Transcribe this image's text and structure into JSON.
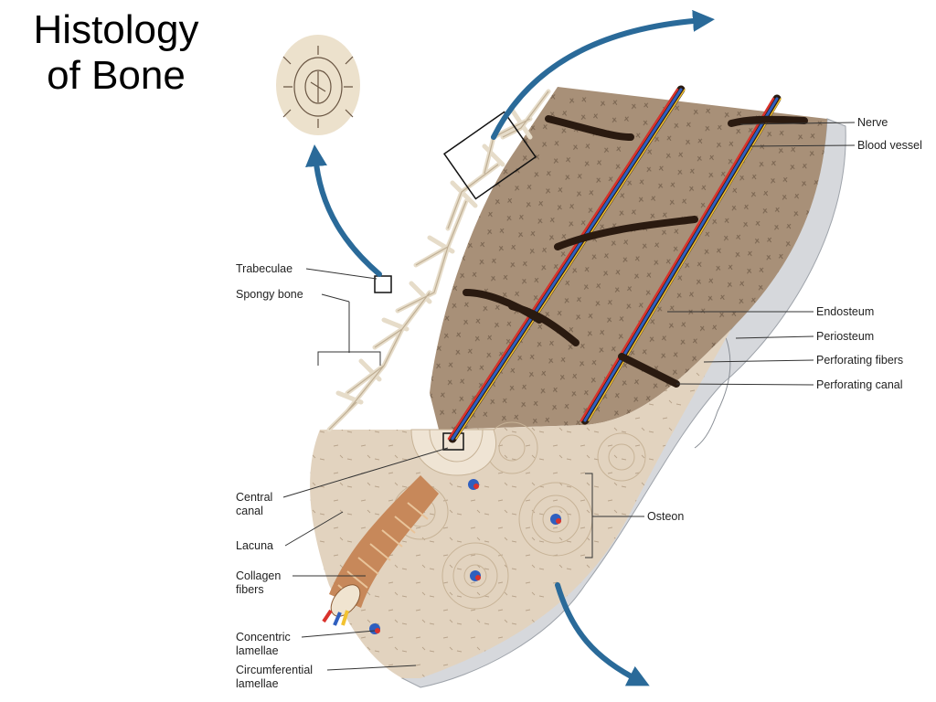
{
  "title": {
    "line1": "Histology",
    "line2": "of Bone"
  },
  "labels": {
    "nerve": "Nerve",
    "blood_vessel": "Blood vessel",
    "trabeculae": "Trabeculae",
    "spongy_bone": "Spongy bone",
    "endosteum": "Endosteum",
    "periosteum": "Periosteum",
    "perforating_fibers": "Perforating fibers",
    "perforating_canal": "Perforating canal",
    "central_canal": [
      "Central",
      "canal"
    ],
    "lacuna": "Lacuna",
    "collagen_fibers": [
      "Collagen",
      "fibers"
    ],
    "osteon": "Osteon",
    "concentric_lamellae": [
      "Concentric",
      "lamellae"
    ],
    "circumferential_lamellae": [
      "Circumferential",
      "lamellae"
    ]
  },
  "colors": {
    "compact_bone": "#a89078",
    "matrix_light": "#e2d3bf",
    "periosteum": "#d6d8dc",
    "arrow": "#2a6a99",
    "artery": "#d9322c",
    "vein": "#2f5fbf",
    "nerve": "#f2c230"
  }
}
